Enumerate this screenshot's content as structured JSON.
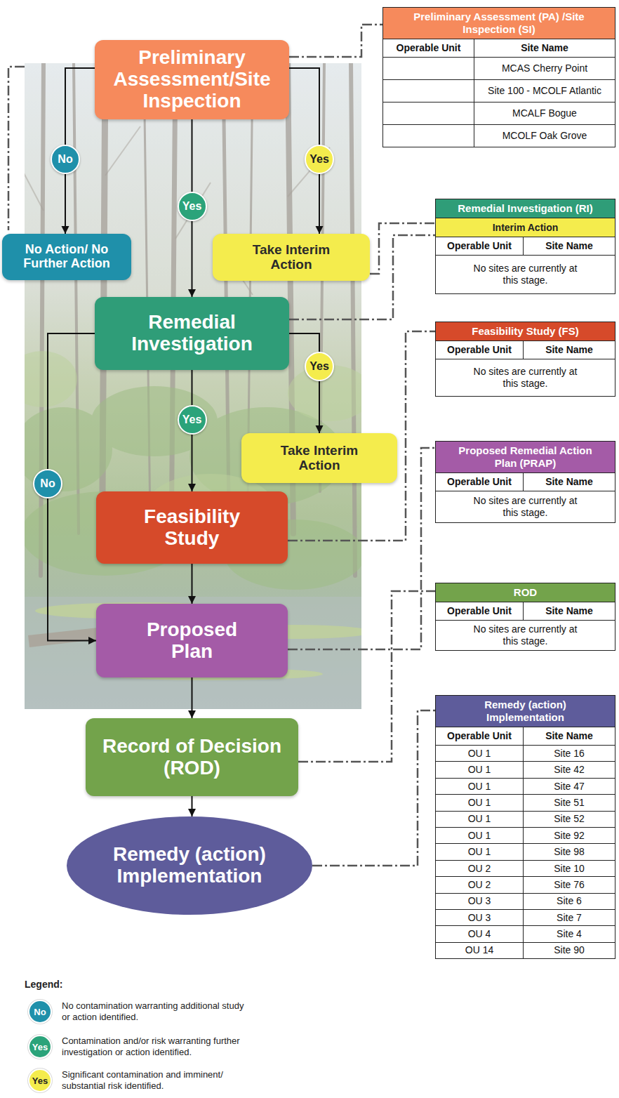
{
  "diagram": {
    "nodes": [
      {
        "text": [
          "Preliminary Assessment/Site Inspection"
        ]
      },
      {
        "text": [
          "No Action/ No Further Action"
        ]
      },
      {
        "text": [
          "Take Interim Action"
        ]
      },
      {
        "text": [
          "Remedial Investigation"
        ]
      },
      {
        "text": [
          "Take Interim Action"
        ]
      },
      {
        "text": [
          "Feasibility Study"
        ]
      },
      {
        "text": [
          "Proposed Plan"
        ]
      },
      {
        "text": [
          "Record of Decision (ROD)"
        ]
      },
      {
        "text": [
          "Remedy (action) Implementation"
        ]
      },
      {
        "text": [
          "Preliminary Assessment (PA) /Site Inspection (SI)",
          "Operable Unit",
          "Site Name",
          "MCAS Cherry Point",
          "Site 100 - MCOLF Atlantic",
          "MCALF Bogue",
          "MCOLF Oak Grove"
        ]
      },
      {
        "text": [
          "Remedial Investigation (RI)",
          "Interim Action",
          "Operable Unit",
          "Site Name",
          "No sites are currently at this stage."
        ]
      },
      {
        "text": [
          "Feasibility Study (FS)",
          "Operable Unit",
          "Site Name",
          "No sites are currently at this stage."
        ]
      },
      {
        "text": [
          "Proposed Remedial Action Plan (PRAP)",
          "Operable Unit",
          "Site Name",
          "No sites are currently at this stage."
        ]
      },
      {
        "text": [
          "ROD",
          "Operable Unit",
          "Site Name",
          "No sites are currently at this stage."
        ]
      },
      {
        "text": [
          "Remedy (action) Implementation",
          "Operable Unit",
          "Site Name",
          "OU 1",
          "Site 16",
          "OU 1",
          "Site 42",
          "OU 1",
          "Site 47",
          "OU 1",
          "Site 51",
          "OU 1",
          "Site 52",
          "OU 1",
          "Site 92",
          "OU 1",
          "Site 98",
          "OU 2",
          "Site 10",
          "OU 2",
          "Site 76",
          "OU 3",
          "Site 6",
          "OU 3",
          "Site 7",
          "OU 4",
          "Site 4",
          "OU 14",
          "Site 90"
        ]
      }
    ],
    "edges": [
      {
        "from": 0,
        "to": 1,
        "arrow": "to",
        "label": "No"
      },
      {
        "from": 0,
        "to": 2,
        "arrow": "to",
        "label": "Yes"
      },
      {
        "from": 0,
        "to": 3,
        "arrow": "to",
        "label": "Yes"
      },
      {
        "from": 3,
        "to": 4,
        "arrow": "to",
        "label": "Yes"
      },
      {
        "from": 3,
        "to": 5,
        "arrow": "to",
        "label": "Yes"
      },
      {
        "from": 3,
        "to": 6,
        "arrow": "to",
        "label": "No"
      },
      {
        "from": 5,
        "to": 6,
        "arrow": "to"
      },
      {
        "from": 6,
        "to": 7,
        "arrow": "to"
      },
      {
        "from": 7,
        "to": 8,
        "arrow": "to"
      },
      {
        "from": 0,
        "to": 9,
        "arrow": "none"
      },
      {
        "from": 2,
        "to": 10,
        "arrow": "none"
      },
      {
        "from": 3,
        "to": 10,
        "arrow": "none"
      },
      {
        "from": 5,
        "to": 11,
        "arrow": "none"
      },
      {
        "from": 6,
        "to": 12,
        "arrow": "none"
      },
      {
        "from": 7,
        "to": 13,
        "arrow": "none"
      },
      {
        "from": 8,
        "to": 14,
        "arrow": "none"
      }
    ],
    "labels": [
      "Legend:",
      "No",
      "Yes",
      "Yes"
    ],
    "legend": [
      {
        "text": "No contamination warranting additional study or action identified.",
        "color": "#1F90AA"
      },
      {
        "text": "Contamination and/or risk warranting further investigation or action identified.",
        "color": "#2BA37A"
      },
      {
        "text": "Significant contamination and imminent/ substantial risk identified.",
        "color": "#F4EC4D"
      }
    ]
  }
}
